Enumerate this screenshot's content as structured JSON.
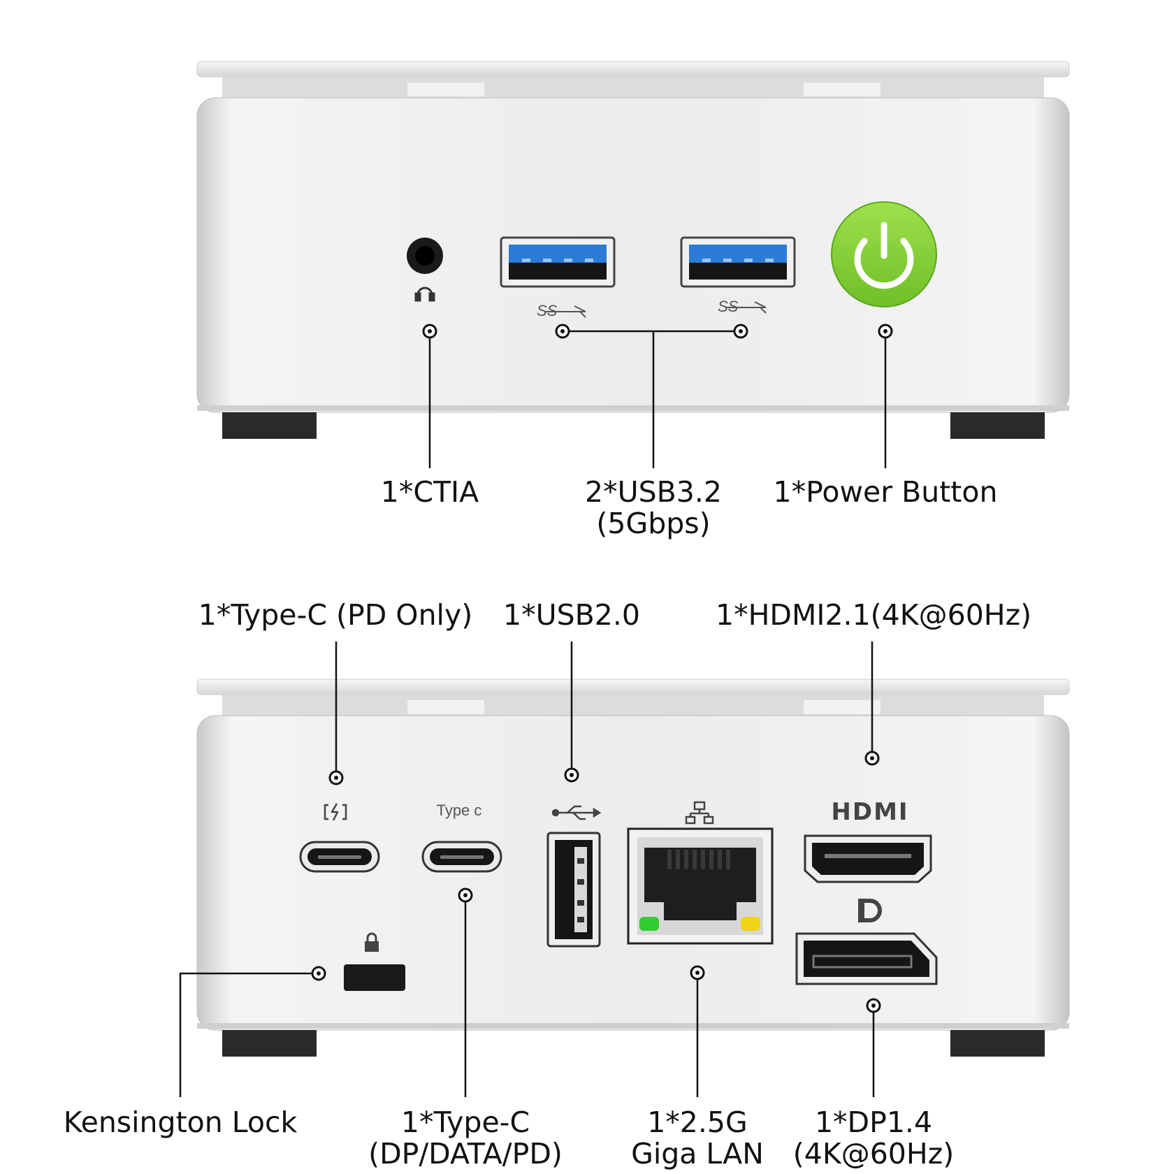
{
  "front": {
    "ctia": {
      "label": "1*CTIA"
    },
    "usb32": {
      "line1": "2*USB3.2",
      "line2": "(5Gbps)",
      "port_marking": "SS"
    },
    "power": {
      "label": "1*Power Button"
    }
  },
  "rear": {
    "typec_pd": {
      "label": "1*Type-C (PD Only)"
    },
    "usb20": {
      "label": "1*USB2.0"
    },
    "hdmi": {
      "label": "1*HDMI2.1(4K@60Hz)",
      "logo": "HDMI"
    },
    "kensington": {
      "label": "Kensington Lock"
    },
    "typec_full": {
      "line1": "1*Type-C",
      "line2": "(DP/DATA/PD)",
      "marking": "Type c"
    },
    "lan": {
      "line1": "1*2.5G",
      "line2": "Giga LAN"
    },
    "dp": {
      "line1": "1*DP1.4",
      "line2": "(4K@60Hz)"
    }
  },
  "colors": {
    "power_green": "#86d23a",
    "usb_blue": "#2c7bd6",
    "body_silver": "#e6e6e6",
    "feet": "#2a2a2a",
    "led_green": "#33cc33",
    "led_yellow": "#f2d21b"
  },
  "icons": [
    "headphone-icon",
    "ss-usb-icon",
    "power-icon",
    "charge-icon",
    "usb-icon",
    "network-icon",
    "lock-icon",
    "dp-logo-icon"
  ]
}
